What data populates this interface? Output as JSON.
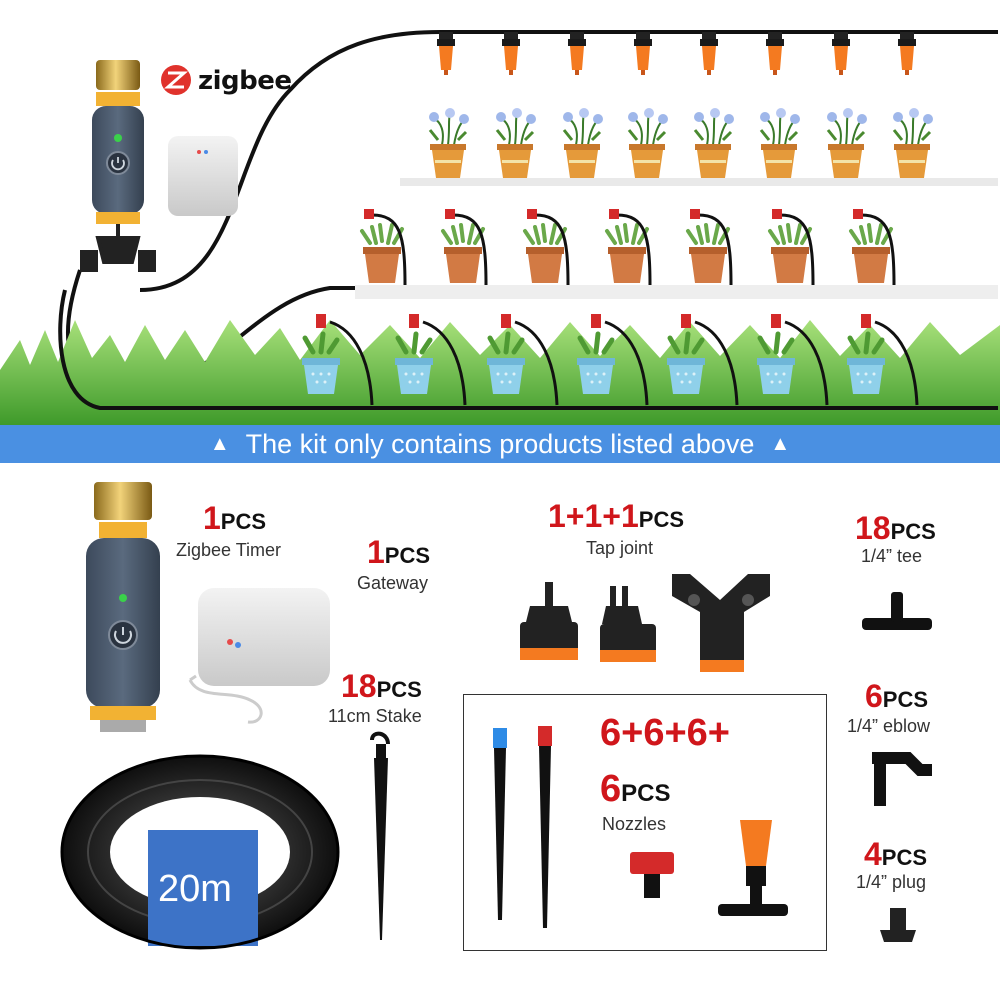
{
  "brand": {
    "name": "zigbee",
    "logo_icon": "zigbee-logo-icon"
  },
  "banner": {
    "text": "The kit only contains products listed above",
    "arrow_icon": "triangle-up-icon",
    "color": "#4a90e2"
  },
  "colors": {
    "accent_red": "#d0161b",
    "nozzle_orange": "#f47a20",
    "grass_green": "#5cb83a"
  },
  "items": {
    "timer": {
      "qty": "1",
      "unit": "PCS",
      "label": "Zigbee Timer"
    },
    "gateway": {
      "qty": "1",
      "unit": "PCS",
      "label": "Gateway"
    },
    "tap_joint": {
      "qty": "1+1+1",
      "unit": "PCS",
      "label": "Tap joint"
    },
    "tee": {
      "qty": "18",
      "unit": "PCS",
      "label": "1/4” tee"
    },
    "stake": {
      "qty": "18",
      "unit": "PCS",
      "label": "11cm Stake"
    },
    "elbow": {
      "qty": "6",
      "unit": "PCS",
      "label": "1/4” eblow"
    },
    "nozzles": {
      "qty_line1": "6+6+6+",
      "qty_line2": "6",
      "unit": "PCS",
      "label": "Nozzles"
    },
    "plug": {
      "qty": "4",
      "unit": "PCS",
      "label": "1/4” plug"
    },
    "hose": {
      "length": "20m"
    }
  }
}
